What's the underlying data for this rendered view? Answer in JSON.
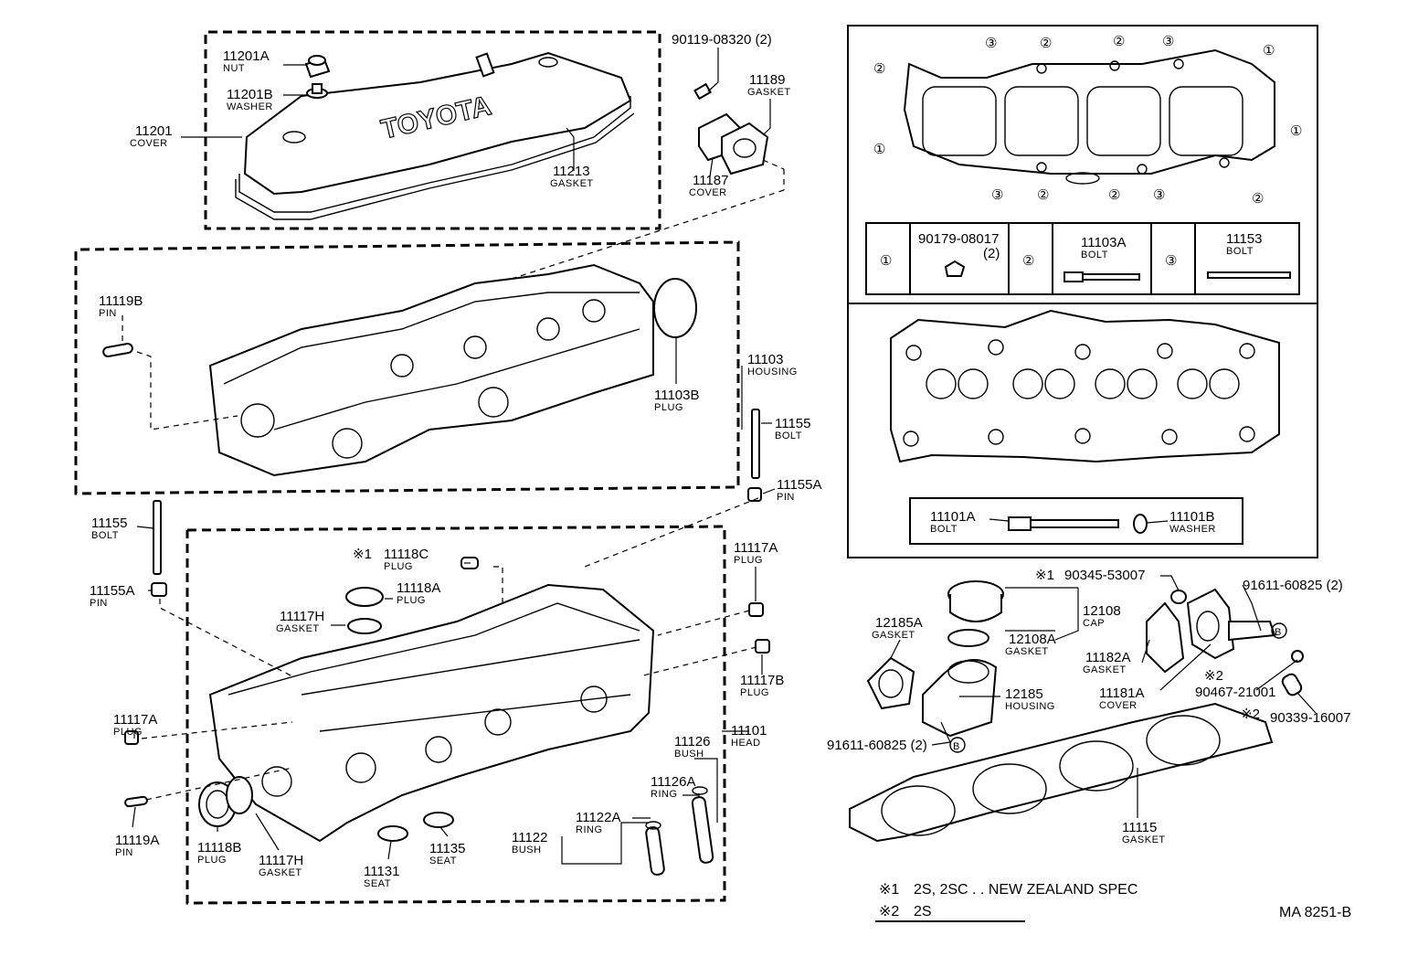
{
  "diagram_code": "MA 8251-B",
  "logo_text": "TOYOTA",
  "notes": [
    {
      "mark": "※1",
      "text": "2S, 2SC . . NEW ZEALAND SPEC"
    },
    {
      "mark": "※2",
      "text": "2S"
    }
  ],
  "circle_marks": {
    "c1": "①",
    "c2": "②",
    "c3": "③",
    "b": "B"
  },
  "bolt_table": [
    {
      "mark": "①",
      "part": "90179-08017",
      "qty": "(2)",
      "name": ""
    },
    {
      "mark": "②",
      "part": "11103A",
      "qty": "",
      "name": "BOLT"
    },
    {
      "mark": "③",
      "part": "11153",
      "qty": "",
      "name": "BOLT"
    }
  ],
  "labels": {
    "p11201A": {
      "num": "11201A",
      "name": "NUT"
    },
    "p11201B": {
      "num": "11201B",
      "name": "WASHER"
    },
    "p11201": {
      "num": "11201",
      "name": "COVER"
    },
    "p11213": {
      "num": "11213",
      "name": "GASKET"
    },
    "p90119": {
      "num": "90119-08320 (2)",
      "name": ""
    },
    "p11189": {
      "num": "11189",
      "name": "GASKET"
    },
    "p11187": {
      "num": "11187",
      "name": "COVER"
    },
    "p11119B": {
      "num": "11119B",
      "name": "PIN"
    },
    "p11103B": {
      "num": "11103B",
      "name": "PLUG"
    },
    "p11103": {
      "num": "11103",
      "name": "HOUSING"
    },
    "p11155a": {
      "num": "11155",
      "name": "BOLT"
    },
    "p11155Aa": {
      "num": "11155A",
      "name": "PIN"
    },
    "p11155b": {
      "num": "11155",
      "name": "BOLT"
    },
    "p11155Ab": {
      "num": "11155A",
      "name": "PIN"
    },
    "p11118C": {
      "num": "11118C",
      "name": "PLUG",
      "mark": "※1"
    },
    "p11118A": {
      "num": "11118A",
      "name": "PLUG"
    },
    "p11117Ha": {
      "num": "11117H",
      "name": "GASKET"
    },
    "p11117Aa": {
      "num": "11117A",
      "name": "PLUG"
    },
    "p11117B": {
      "num": "11117B",
      "name": "PLUG"
    },
    "p11117Ab": {
      "num": "11117A",
      "name": "PLUG"
    },
    "p11101": {
      "num": "11101",
      "name": "HEAD"
    },
    "p11126": {
      "num": "11126",
      "name": "BUSH"
    },
    "p11126A": {
      "num": "11126A",
      "name": "RING"
    },
    "p11122A": {
      "num": "11122A",
      "name": "RING"
    },
    "p11122": {
      "num": "11122",
      "name": "BUSH"
    },
    "p11119A": {
      "num": "11119A",
      "name": "PIN"
    },
    "p11118B": {
      "num": "11118B",
      "name": "PLUG"
    },
    "p11117Hb": {
      "num": "11117H",
      "name": "GASKET"
    },
    "p11131": {
      "num": "11131",
      "name": "SEAT"
    },
    "p11135": {
      "num": "11135",
      "name": "SEAT"
    },
    "p11101A": {
      "num": "11101A",
      "name": "BOLT"
    },
    "p11101B": {
      "num": "11101B",
      "name": "WASHER"
    },
    "p90345": {
      "num": "90345-53007",
      "name": "",
      "mark": "※1"
    },
    "p91611a": {
      "num": "91611-60825 (2)",
      "name": ""
    },
    "p12185A": {
      "num": "12185A",
      "name": "GASKET"
    },
    "p12108": {
      "num": "12108",
      "name": "CAP"
    },
    "p12108A": {
      "num": "12108A",
      "name": "GASKET"
    },
    "p11182A": {
      "num": "11182A",
      "name": "GASKET"
    },
    "p12185": {
      "num": "12185",
      "name": "HOUSING"
    },
    "p90467": {
      "num": "90467-21001",
      "name": "",
      "mark": "※2"
    },
    "p11181A": {
      "num": "11181A",
      "name": "COVER"
    },
    "p90339": {
      "num": "90339-16007",
      "name": "",
      "mark": "※2"
    },
    "p91611b": {
      "num": "91611-60825 (2)",
      "name": ""
    },
    "p11115": {
      "num": "11115",
      "name": "GASKET"
    }
  }
}
